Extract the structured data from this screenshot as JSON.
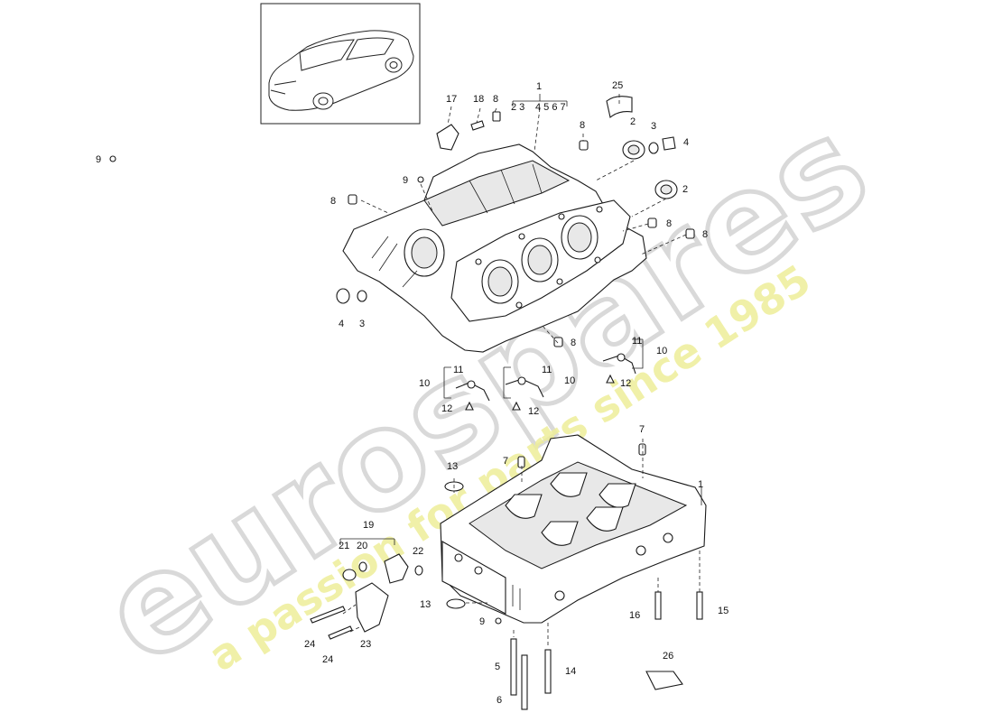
{
  "watermark": {
    "brand": "eurospares",
    "tagline": "a passion for parts since 1985"
  },
  "thumbnail": {
    "subject": "vehicle-thumbnail"
  },
  "group_labels": {
    "g1_left": "2 3",
    "g1_right": "4 5 6 7",
    "g19_left": "21",
    "g19_right": "20"
  },
  "callouts": [
    {
      "id": "c1",
      "label": "1"
    },
    {
      "id": "c25",
      "label": "25"
    },
    {
      "id": "c17",
      "label": "17"
    },
    {
      "id": "c18",
      "label": "18"
    },
    {
      "id": "c8a",
      "label": "8"
    },
    {
      "id": "c8b",
      "label": "8"
    },
    {
      "id": "c2a",
      "label": "2"
    },
    {
      "id": "c3a",
      "label": "3"
    },
    {
      "id": "c4a",
      "label": "4"
    },
    {
      "id": "c9a",
      "label": "9"
    },
    {
      "id": "c9b",
      "label": "9"
    },
    {
      "id": "c8c",
      "label": "8"
    },
    {
      "id": "c2b",
      "label": "2"
    },
    {
      "id": "c8d",
      "label": "8"
    },
    {
      "id": "c8e",
      "label": "8"
    },
    {
      "id": "c4b",
      "label": "4"
    },
    {
      "id": "c3b",
      "label": "3"
    },
    {
      "id": "c8f",
      "label": "8"
    },
    {
      "id": "c11a",
      "label": "11"
    },
    {
      "id": "c10a",
      "label": "10"
    },
    {
      "id": "c12a",
      "label": "12"
    },
    {
      "id": "c11b",
      "label": "11"
    },
    {
      "id": "c10b",
      "label": "10"
    },
    {
      "id": "c12b",
      "label": "12"
    },
    {
      "id": "c11c",
      "label": "11"
    },
    {
      "id": "c10c",
      "label": "10"
    },
    {
      "id": "c12c",
      "label": "12"
    },
    {
      "id": "c7a",
      "label": "7"
    },
    {
      "id": "c7b",
      "label": "7"
    },
    {
      "id": "c13a",
      "label": "13"
    },
    {
      "id": "c1b",
      "label": "1"
    },
    {
      "id": "c19",
      "label": "19"
    },
    {
      "id": "c22",
      "label": "22"
    },
    {
      "id": "c13b",
      "label": "13"
    },
    {
      "id": "c9c",
      "label": "9"
    },
    {
      "id": "c16",
      "label": "16"
    },
    {
      "id": "c15",
      "label": "15"
    },
    {
      "id": "c24a",
      "label": "24"
    },
    {
      "id": "c24b",
      "label": "24"
    },
    {
      "id": "c23",
      "label": "23"
    },
    {
      "id": "c5",
      "label": "5"
    },
    {
      "id": "c14",
      "label": "14"
    },
    {
      "id": "c6",
      "label": "6"
    },
    {
      "id": "c26",
      "label": "26"
    }
  ]
}
